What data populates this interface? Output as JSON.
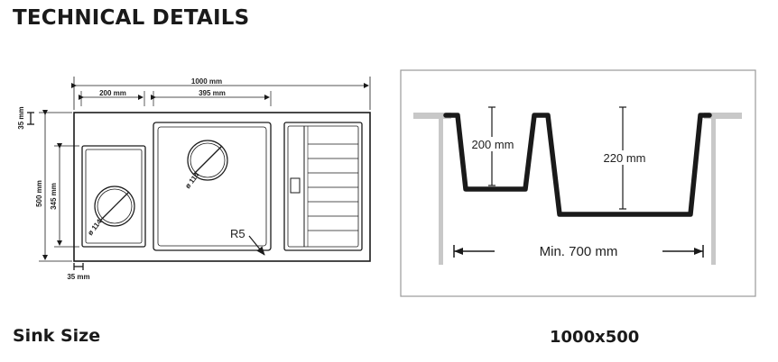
{
  "page": {
    "title": "TECHNICAL DETAILS",
    "size_label": "Sink Size",
    "size_value": "1000x500"
  },
  "top_view": {
    "overall_width": "1000 mm",
    "small_bowl_width": "200 mm",
    "large_bowl_width": "395 mm",
    "rim_depth": "35 mm",
    "overall_depth": "500 mm",
    "bowl_depth": "345 mm",
    "bottom_rim": "35 mm",
    "drain_small": "ø 114",
    "drain_large": "ø 114",
    "corner_radius": "R5"
  },
  "cross_section": {
    "small_bowl_height": "200 mm",
    "large_bowl_height": "220 mm",
    "min_cabinet_width": "Min. 700 mm"
  },
  "colors": {
    "line": "#1a1a1a",
    "counter": "#c8c8c8",
    "frame": "#9a9a9a"
  }
}
